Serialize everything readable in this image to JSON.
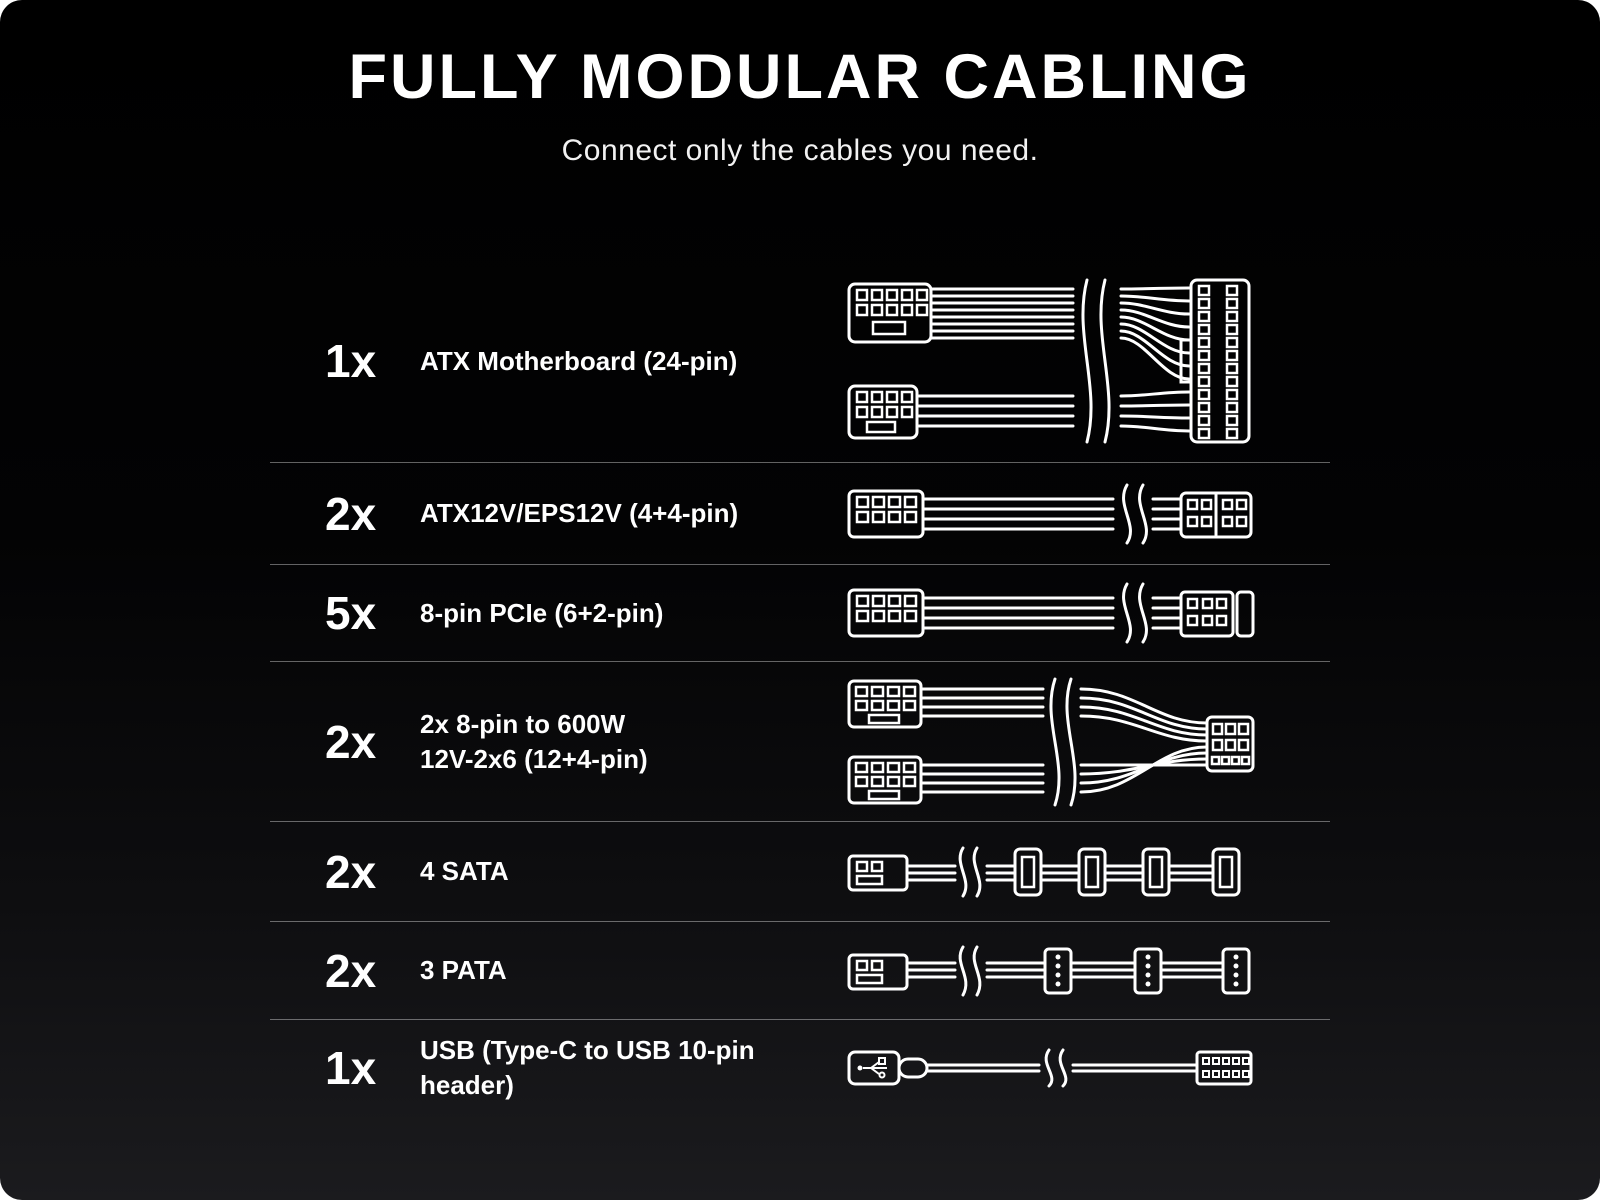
{
  "page": {
    "title": "FULLY MODULAR CABLING",
    "subtitle": "Connect only the cables you need."
  },
  "colors": {
    "background": "#000000",
    "foreground": "#ffffff",
    "divider": "rgba(255,255,255,0.38)"
  },
  "cables": [
    {
      "qty": "1x",
      "label": "ATX Motherboard (24-pin)",
      "icon": "atx-24pin-cable-icon"
    },
    {
      "qty": "2x",
      "label": "ATX12V/EPS12V (4+4-pin)",
      "icon": "eps12v-cable-icon"
    },
    {
      "qty": "5x",
      "label": "8-pin PCIe (6+2-pin)",
      "icon": "pcie-8pin-cable-icon"
    },
    {
      "qty": "2x",
      "label": "2x 8-pin to 600W",
      "label2": "12V-2x6 (12+4-pin)",
      "icon": "12v-2x6-cable-icon"
    },
    {
      "qty": "2x",
      "label": "4 SATA",
      "icon": "sata-cable-icon"
    },
    {
      "qty": "2x",
      "label": "3 PATA",
      "icon": "pata-cable-icon"
    },
    {
      "qty": "1x",
      "label": "USB (Type-C to USB 10-pin header)",
      "icon": "usb-typec-header-cable-icon"
    }
  ]
}
